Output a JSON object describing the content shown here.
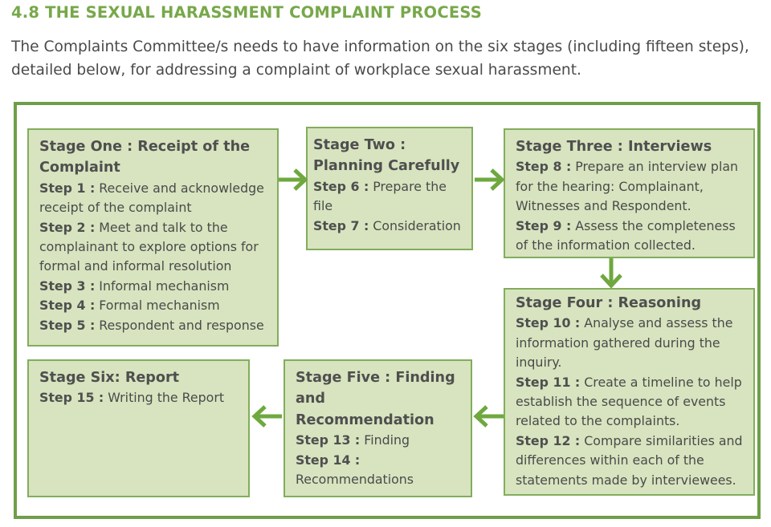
{
  "heading": "4.8 THE SEXUAL HARASSMENT COMPLAINT PROCESS",
  "intro": "The Complaints Committee/s needs to have information on the six stages (including fifteen steps), detailed below, for addressing a complaint of workplace sexual harassment.",
  "colors": {
    "accent": "#77a84a",
    "box_fill": "#d7e4bf",
    "box_border": "#82ad5c",
    "frame": "#6f9e48",
    "arrow": "#6fa83f"
  },
  "stages": [
    {
      "title": "Stage One : Receipt of the Complaint",
      "steps": [
        {
          "label": "Step 1 :",
          "text": " Receive and acknowledge receipt of the complaint"
        },
        {
          "label": "Step 2 :",
          "text": " Meet and talk to the complainant to explore options for formal and informal resolution"
        },
        {
          "label": "Step 3 :",
          "text": " Informal mechanism"
        },
        {
          "label": "Step 4 :",
          "text": " Formal mechanism"
        },
        {
          "label": "Step 5 :",
          "text": " Respondent and response"
        }
      ]
    },
    {
      "title": "Stage Two : Planning Carefully",
      "steps": [
        {
          "label": "Step 6 :",
          "text": " Prepare the file"
        },
        {
          "label": "Step 7 :",
          "text": " Consideration"
        }
      ]
    },
    {
      "title": "Stage Three : Interviews",
      "steps": [
        {
          "label": "Step 8 :",
          "text": " Prepare an interview plan for the hearing: Complainant, Witnesses and Respondent."
        },
        {
          "label": "Step 9 :",
          "text": " Assess the completeness of the information collected."
        }
      ]
    },
    {
      "title": "Stage Four : Reasoning",
      "steps": [
        {
          "label": "Step 10 :",
          "text": " Analyse and assess the information gathered during the inquiry."
        },
        {
          "label": "Step 11 :",
          "text": " Create a timeline to help establish the sequence of events related to the complaints."
        },
        {
          "label": "Step 12 :",
          "text": " Compare similarities and differences within each of the statements made by interviewees."
        }
      ]
    },
    {
      "title": "Stage Five : Finding and Recommendation",
      "steps": [
        {
          "label": "Step 13 :",
          "text": " Finding"
        },
        {
          "label": "Step 14 :",
          "text": " Recommendations"
        }
      ]
    },
    {
      "title": "Stage Six: Report",
      "steps": [
        {
          "label": "Step 15 :",
          "text": " Writing the Report"
        }
      ]
    }
  ]
}
